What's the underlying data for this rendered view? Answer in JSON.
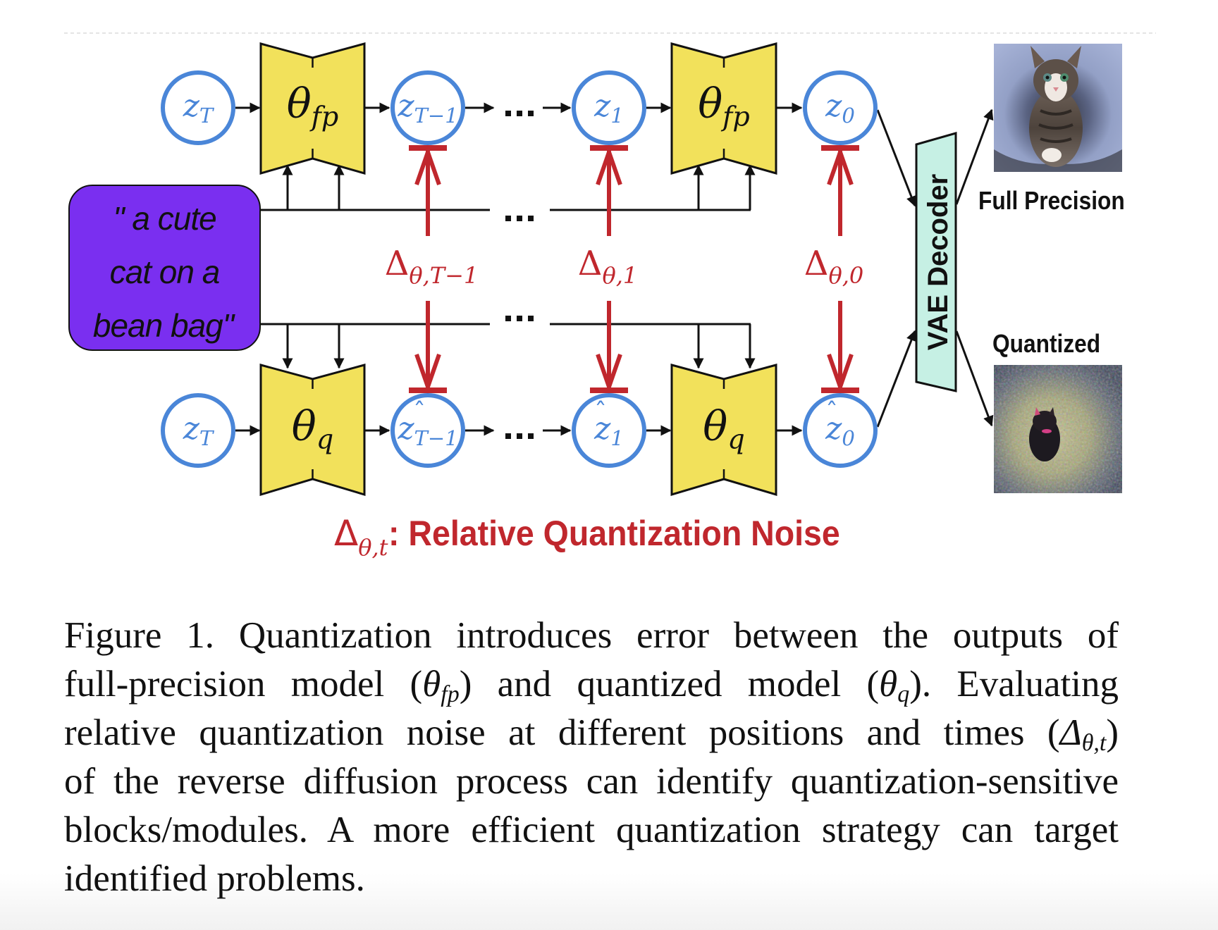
{
  "figure": {
    "top_row": {
      "nodes": [
        "z_T",
        "z_{T-1}",
        "z_1",
        "z_0"
      ],
      "node_labels": [
        {
          "base": "z",
          "sub": "T"
        },
        {
          "base": "z",
          "sub": "T−1"
        },
        {
          "base": "z",
          "sub": "1"
        },
        {
          "base": "z",
          "sub": "0"
        }
      ],
      "model_label": {
        "base": "θ",
        "sub": "fp"
      },
      "ellipsis": "···"
    },
    "bottom_row": {
      "node_labels": [
        {
          "base": "z",
          "sub": "T",
          "hat": false
        },
        {
          "base": "z",
          "sub": "T−1",
          "hat": true
        },
        {
          "base": "z",
          "sub": "1",
          "hat": true
        },
        {
          "base": "z",
          "sub": "0",
          "hat": true
        }
      ],
      "model_label": {
        "base": "θ",
        "sub": "q"
      },
      "ellipsis": "···"
    },
    "prompt": {
      "lines": [
        "\" a cute",
        "cat on a",
        "bean bag\""
      ]
    },
    "noise_labels": [
      {
        "base": "Δ",
        "sub": "θ,T−1"
      },
      {
        "base": "Δ",
        "sub": "θ,1"
      },
      {
        "base": "Δ",
        "sub": "θ,0"
      }
    ],
    "decoder_label": "VAE Decoder",
    "outputs": {
      "full_precision_label": "Full Precision",
      "full_precision_image": "cat-on-bean-bag-image",
      "quantized_label": "Quantized",
      "quantized_image": "noisy-cat-image"
    },
    "legend": {
      "symbol": "Δ",
      "sub": "θ,t",
      "text": ": Relative Quantization Noise"
    },
    "colors": {
      "node_stroke": "#4a86d8",
      "node_text": "#4a86d8",
      "model_fill": "#f2e15b",
      "prompt_fill": "#7a2ff0",
      "noise_red": "#c0272d",
      "decoder_fill": "#c6f0e4",
      "line": "#111111"
    }
  },
  "caption": {
    "lines": [
      [
        "Figure 1.  Quantization introduces error between the outputs of"
      ],
      [
        "full-precision model (",
        {
          "math": "θ",
          "sub": "fp"
        },
        ") and quantized model (",
        {
          "math": "θ",
          "sub": "q"
        },
        ").  Evaluating"
      ],
      [
        "relative quantization noise at different positions and times (",
        {
          "math": "Δ",
          "sub": "θ,t"
        },
        ")"
      ],
      [
        "of the reverse diffusion process can identify quantization-sensitive"
      ],
      [
        "blocks/modules.  A more efficient quantization strategy can target"
      ],
      [
        "identified problems."
      ]
    ]
  }
}
